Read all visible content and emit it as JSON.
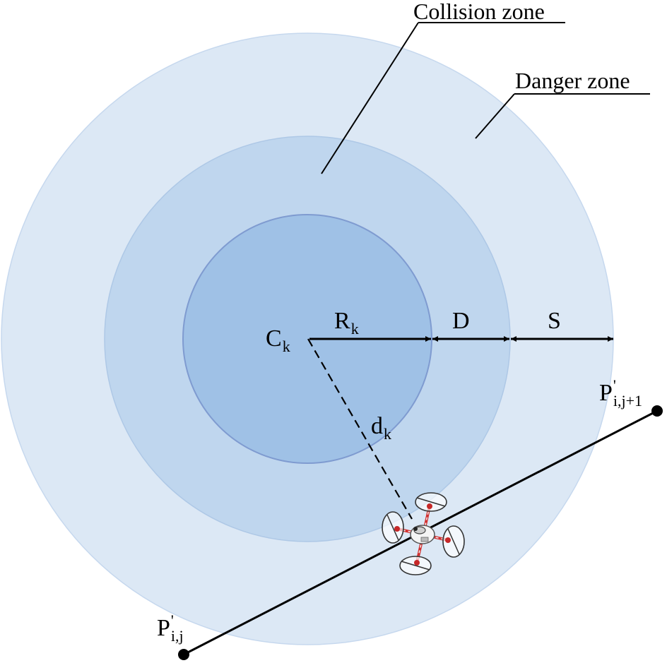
{
  "zones": {
    "collision_label": "Collision zone",
    "danger_label": "Danger zone"
  },
  "symbols": {
    "center": {
      "main": "C",
      "sub": "k"
    },
    "radius": {
      "main": "R",
      "sub": "k"
    },
    "d_gap": "D",
    "s_gap": "S",
    "distance": {
      "main": "d",
      "sub": "k"
    },
    "p_start": {
      "main": "P",
      "sup": "'",
      "sub": "i,j"
    },
    "p_end": {
      "main": "P",
      "sup": "'",
      "sub": "i,j+1"
    }
  },
  "colors": {
    "outer": "#dce8f5",
    "middle": "#bfd6ee",
    "inner": "#9fc1e6",
    "inner_stroke": "#7f9bd0",
    "line": "#000000"
  },
  "icons": {
    "drone": "quadcopter-drone-icon"
  }
}
